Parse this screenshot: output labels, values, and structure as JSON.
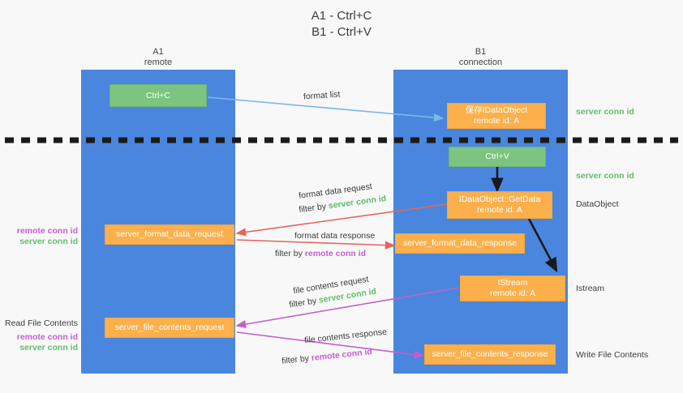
{
  "title": {
    "line1": "A1 - Ctrl+C",
    "line2": "B1 - Ctrl+V"
  },
  "colors": {
    "background": "#f8f8f8",
    "lane": "#4a86dd",
    "node_green": "#7cc47f",
    "node_orange": "#fbb04c",
    "server_conn_id": "#62bd6a",
    "remote_conn_id": "#c45fd0",
    "arrow_blue": "#7ab8ea",
    "arrow_red": "#e8635c",
    "arrow_purple": "#c45fd0",
    "arrow_black": "#1a1a1a",
    "divider": "#1a1a1a"
  },
  "lanes": [
    {
      "id": "a1",
      "name": "A1",
      "sub": "remote"
    },
    {
      "id": "b1",
      "name": "B1",
      "sub": "connection"
    }
  ],
  "nodes": {
    "ctrl_c": {
      "label": "Ctrl+C"
    },
    "data_object_save": {
      "line1": "保存IDataObject",
      "line2": "remote id: A"
    },
    "ctrl_v": {
      "label": "Ctrl+V"
    },
    "get_data": {
      "line1": "IDataObject::GetData",
      "line2": "remote id: A"
    },
    "istream": {
      "line1": "IStream",
      "line2": "remote id: A"
    },
    "server_format_data_request": {
      "label": "server_format_data_request"
    },
    "server_format_data_response": {
      "label": "server_format_data_response"
    },
    "server_file_contents_request": {
      "label": "server_file_contents_request"
    },
    "server_file_contents_response": {
      "label": "server_file_contents_response"
    }
  },
  "right_labels": [
    {
      "text": "server conn id",
      "kind": "server"
    },
    {
      "text": "server conn id",
      "kind": "server"
    },
    {
      "text": "DataObject",
      "kind": "plain"
    },
    {
      "text": "Istream",
      "kind": "plain"
    },
    {
      "text": "Write File Contents",
      "kind": "plain"
    }
  ],
  "left_labels": {
    "group1": {
      "remote": "remote conn id",
      "server": "server conn id"
    },
    "read_file_contents": "Read File Contents",
    "group2": {
      "remote": "remote conn id",
      "server": "server conn id"
    }
  },
  "edges": [
    {
      "id": "format-list",
      "label": "format list"
    },
    {
      "id": "format-data-request",
      "label": "format data request",
      "filter_prefix": "filter by",
      "filter_value": "server conn id",
      "filter_kind": "server"
    },
    {
      "id": "format-data-response",
      "label": "format data response",
      "filter_prefix": "filter by",
      "filter_value": "remote conn id",
      "filter_kind": "remote"
    },
    {
      "id": "file-contents-request",
      "label": "file contents request",
      "filter_prefix": "filter by",
      "filter_value": "server conn id",
      "filter_kind": "server"
    },
    {
      "id": "file-contents-response",
      "label": "file contents response",
      "filter_prefix": "filter by",
      "filter_value": "remote conn id",
      "filter_kind": "remote"
    }
  ]
}
